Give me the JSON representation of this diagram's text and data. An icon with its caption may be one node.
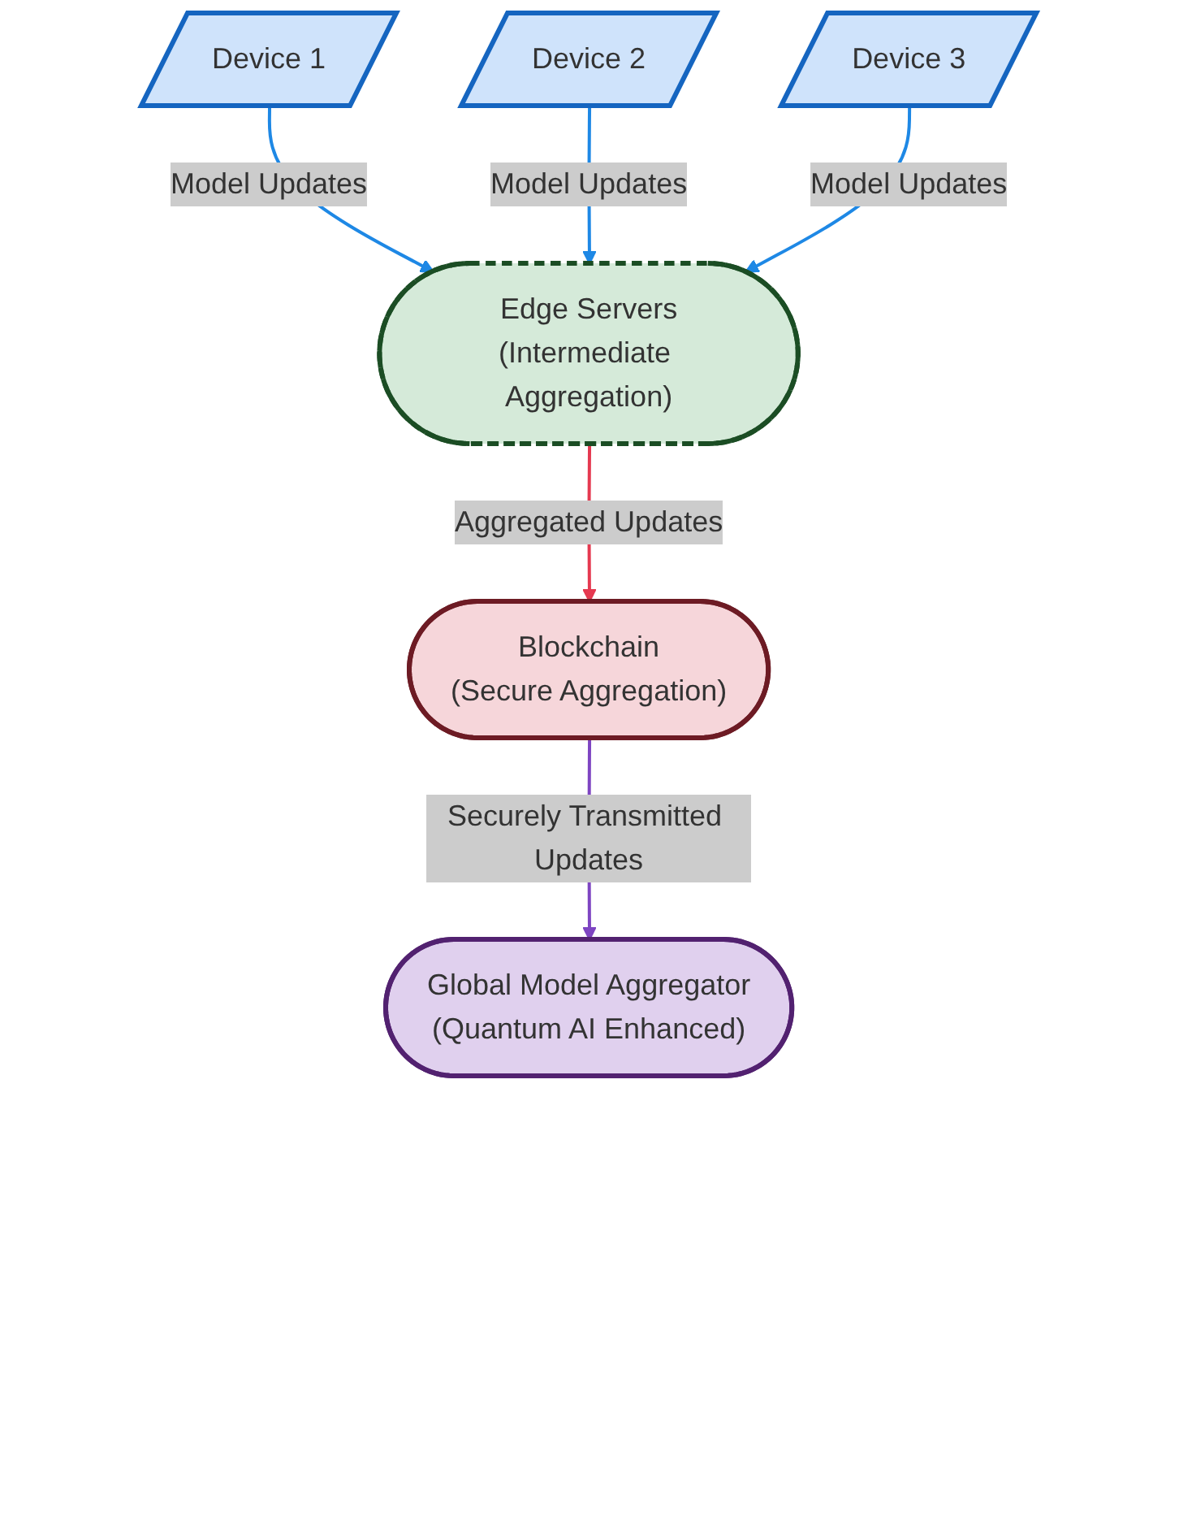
{
  "diagram": {
    "nodes": [
      {
        "text": [
          "Device 1"
        ]
      },
      {
        "text": [
          "Device 2"
        ]
      },
      {
        "text": [
          "Device 3"
        ]
      },
      {
        "text": [
          "Edge Servers",
          "(Intermediate Aggregation)"
        ]
      },
      {
        "text": [
          "Blockchain",
          "(Secure Aggregation)"
        ]
      },
      {
        "text": [
          "Global Model Aggregator",
          "(Quantum AI Enhanced)"
        ]
      }
    ],
    "edges": [
      {
        "from": 0,
        "to": 3,
        "arrow": "to",
        "label": "Model Updates",
        "color": "#1e88e5"
      },
      {
        "from": 1,
        "to": 3,
        "arrow": "to",
        "label": "Model Updates",
        "color": "#1e88e5"
      },
      {
        "from": 2,
        "to": 3,
        "arrow": "to",
        "label": "Model Updates",
        "color": "#1e88e5"
      },
      {
        "from": 3,
        "to": 4,
        "arrow": "to",
        "label": "Aggregated Updates",
        "color": "#e53950"
      },
      {
        "from": 4,
        "to": 5,
        "arrow": "to",
        "label": "Securely Transmitted Updates",
        "color": "#7e45c2"
      }
    ]
  }
}
